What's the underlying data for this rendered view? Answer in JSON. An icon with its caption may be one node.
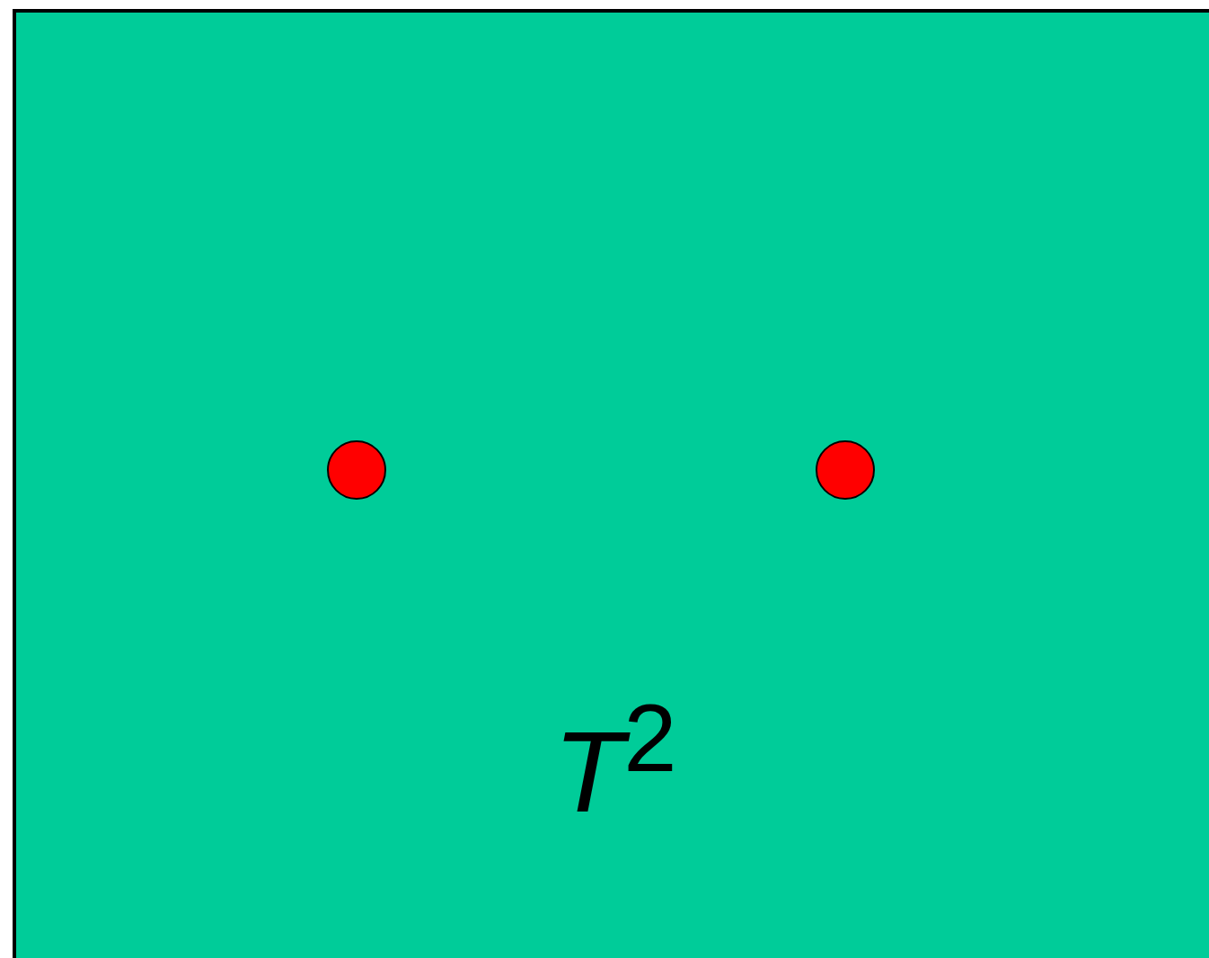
{
  "diagram": {
    "nodes": [
      {
        "text": [
          "*T*$^{2}$"
        ]
      },
      {
        "text": [],
        "shape": "circle",
        "in": 0
      },
      {
        "text": [],
        "shape": "circle",
        "in": 0
      }
    ]
  }
}
